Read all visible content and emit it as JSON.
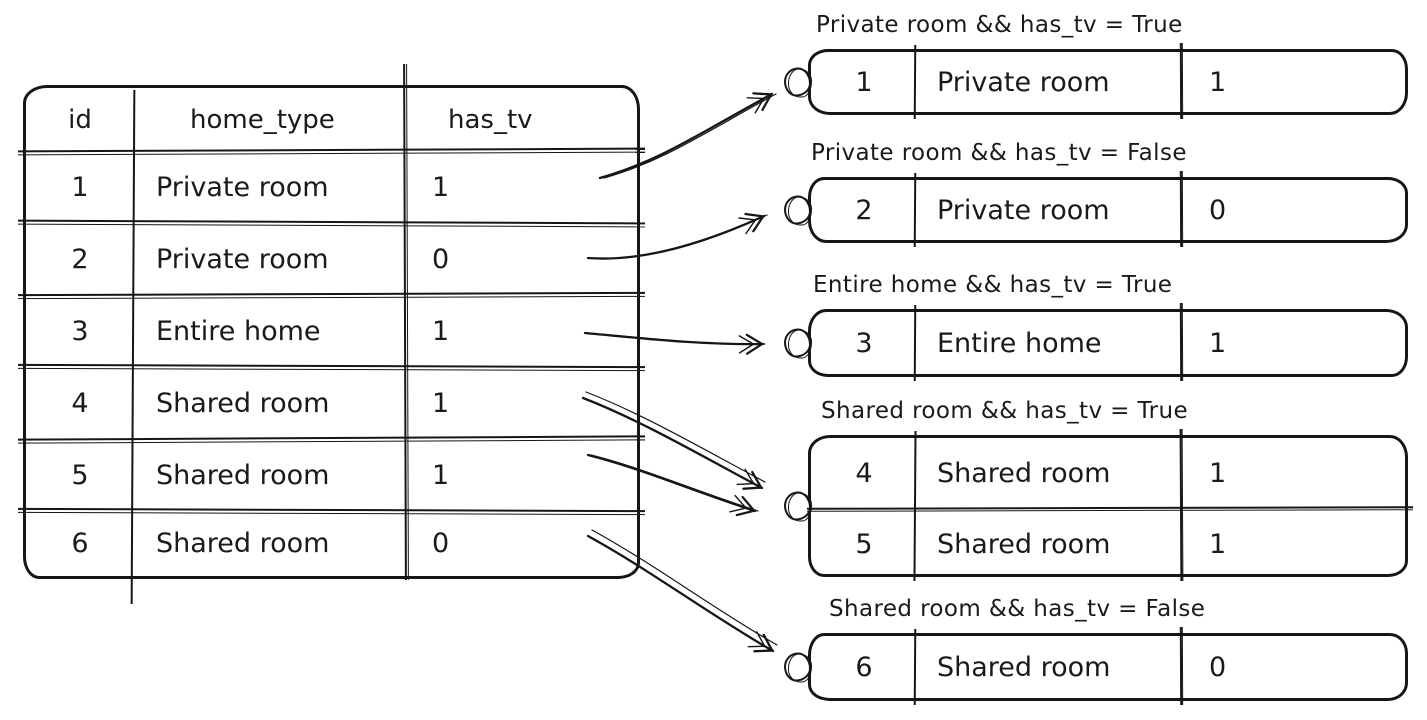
{
  "diagram": {
    "table": {
      "columns": [
        "id",
        "home_type",
        "has_tv"
      ],
      "rows": [
        {
          "id": "1",
          "home_type": "Private room",
          "has_tv": "1"
        },
        {
          "id": "2",
          "home_type": "Private room",
          "has_tv": "0"
        },
        {
          "id": "3",
          "home_type": "Entire home",
          "has_tv": "1"
        },
        {
          "id": "4",
          "home_type": "Shared room",
          "has_tv": "1"
        },
        {
          "id": "5",
          "home_type": "Shared room",
          "has_tv": "1"
        },
        {
          "id": "6",
          "home_type": "Shared room",
          "has_tv": "0"
        }
      ]
    },
    "groups": [
      {
        "label": "Private room && has_tv = True",
        "rows": [
          {
            "id": "1",
            "home_type": "Private room",
            "has_tv": "1"
          }
        ]
      },
      {
        "label": "Private room && has_tv = False",
        "rows": [
          {
            "id": "2",
            "home_type": "Private room",
            "has_tv": "0"
          }
        ]
      },
      {
        "label": "Entire home && has_tv = True",
        "rows": [
          {
            "id": "3",
            "home_type": "Entire home",
            "has_tv": "1"
          }
        ]
      },
      {
        "label": "Shared room && has_tv = True",
        "rows": [
          {
            "id": "4",
            "home_type": "Shared room",
            "has_tv": "1"
          },
          {
            "id": "5",
            "home_type": "Shared room",
            "has_tv": "1"
          }
        ]
      },
      {
        "label": "Shared room && has_tv = False",
        "rows": [
          {
            "id": "6",
            "home_type": "Shared room",
            "has_tv": "0"
          }
        ]
      }
    ],
    "colors": {
      "ink": "#1a1a1a",
      "background": "#ffffff"
    }
  }
}
